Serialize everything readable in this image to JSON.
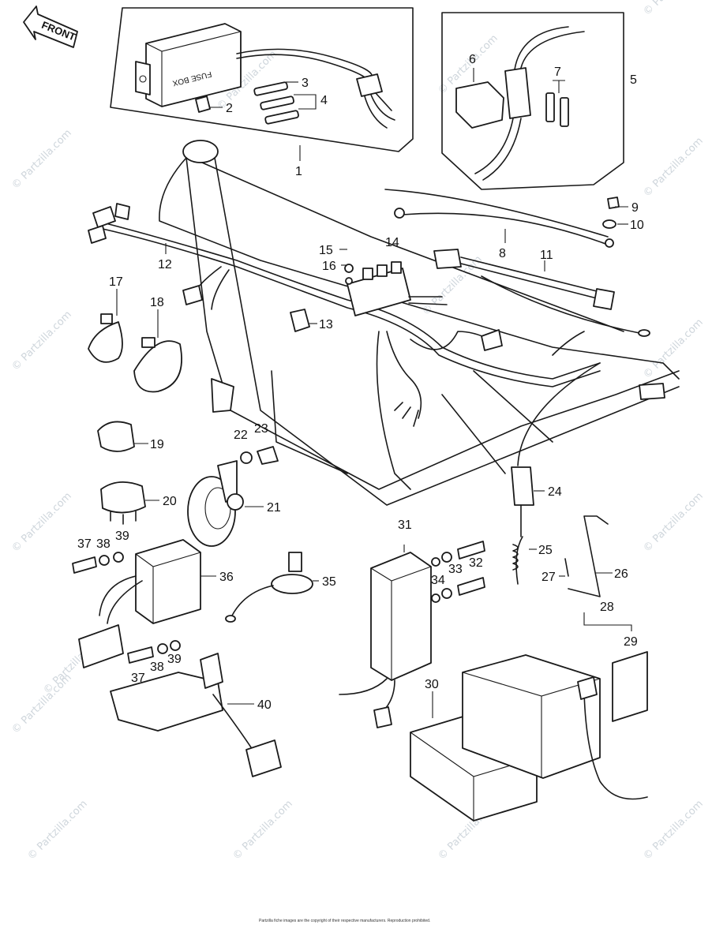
{
  "front_label": "FRONT",
  "fuse_box_label": "FUSE BOX",
  "watermark": "© Partzilla.com",
  "copyright": "Partzilla fiche images are the copyright of their respective manufacturers. Reproduction prohibited.",
  "colors": {
    "ink": "#1a1a1a",
    "watermark": "#cfd6dc",
    "background": "#ffffff"
  },
  "callouts": [
    "1",
    "2",
    "3",
    "4",
    "5",
    "6",
    "7",
    "8",
    "9",
    "10",
    "11",
    "12",
    "13",
    "14",
    "15",
    "16",
    "17",
    "18",
    "19",
    "20",
    "21",
    "22",
    "23",
    "24",
    "25",
    "26",
    "27",
    "28",
    "29",
    "30",
    "31",
    "32",
    "33",
    "34",
    "35",
    "36",
    "37",
    "38",
    "39",
    "40"
  ]
}
